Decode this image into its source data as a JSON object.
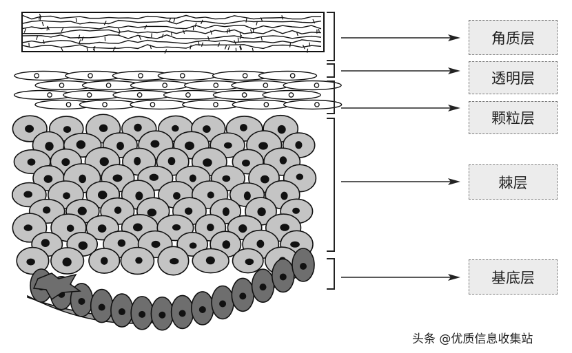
{
  "layers": [
    {
      "label": "角质层"
    },
    {
      "label": "透明层"
    },
    {
      "label": "颗粒层"
    },
    {
      "label": "棘层"
    },
    {
      "label": "基底层"
    }
  ],
  "watermark": "头条 @优质信息收集站",
  "colors": {
    "cell_light": "#c4c4c4",
    "cell_dark": "#6e6e6e",
    "nucleus": "#111111",
    "box_bg": "#ececec"
  }
}
